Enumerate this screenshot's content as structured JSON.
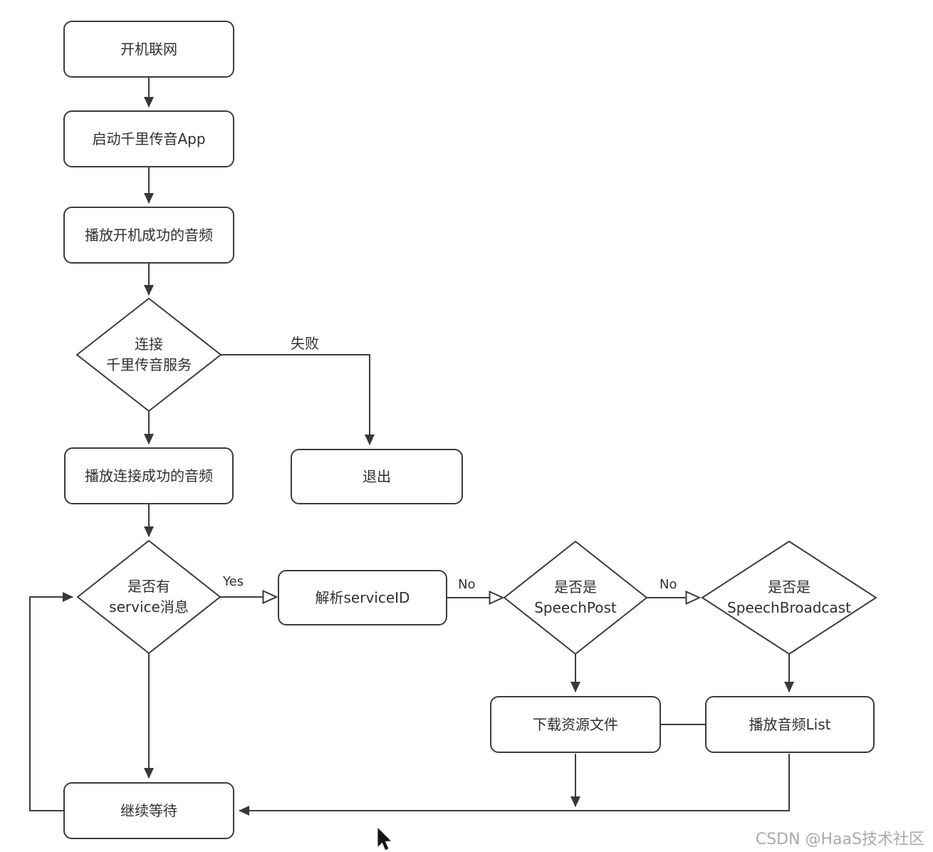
{
  "diagram": {
    "nodes": {
      "power_on": "开机联网",
      "launch_app": "启动千里传音App",
      "play_boot_audio": "播放开机成功的音频",
      "connect_service_line1": "连接",
      "connect_service_line2": "千里传音服务",
      "exit": "退出",
      "play_connect_audio": "播放连接成功的音频",
      "has_service_msg_line1": "是否有",
      "has_service_msg_line2": "service消息",
      "parse_service_id": "解析serviceID",
      "is_speech_post_line1": "是否是",
      "is_speech_post_line2": "SpeechPost",
      "is_speech_broadcast_line1": "是否是",
      "is_speech_broadcast_line2": "SpeechBroadcast",
      "download_resources": "下载资源文件",
      "play_audio_list": "播放音频List",
      "keep_waiting": "继续等待"
    },
    "edge_labels": {
      "fail": "失败",
      "yes": "Yes",
      "no_1": "No",
      "no_2": "No"
    },
    "colors": {
      "line": "#3c3c3c",
      "text": "#2f2f2f",
      "watermark": "#aaaaad",
      "background": "#ffffff"
    }
  },
  "watermark": {
    "text": "CSDN @HaaS技术社区"
  }
}
